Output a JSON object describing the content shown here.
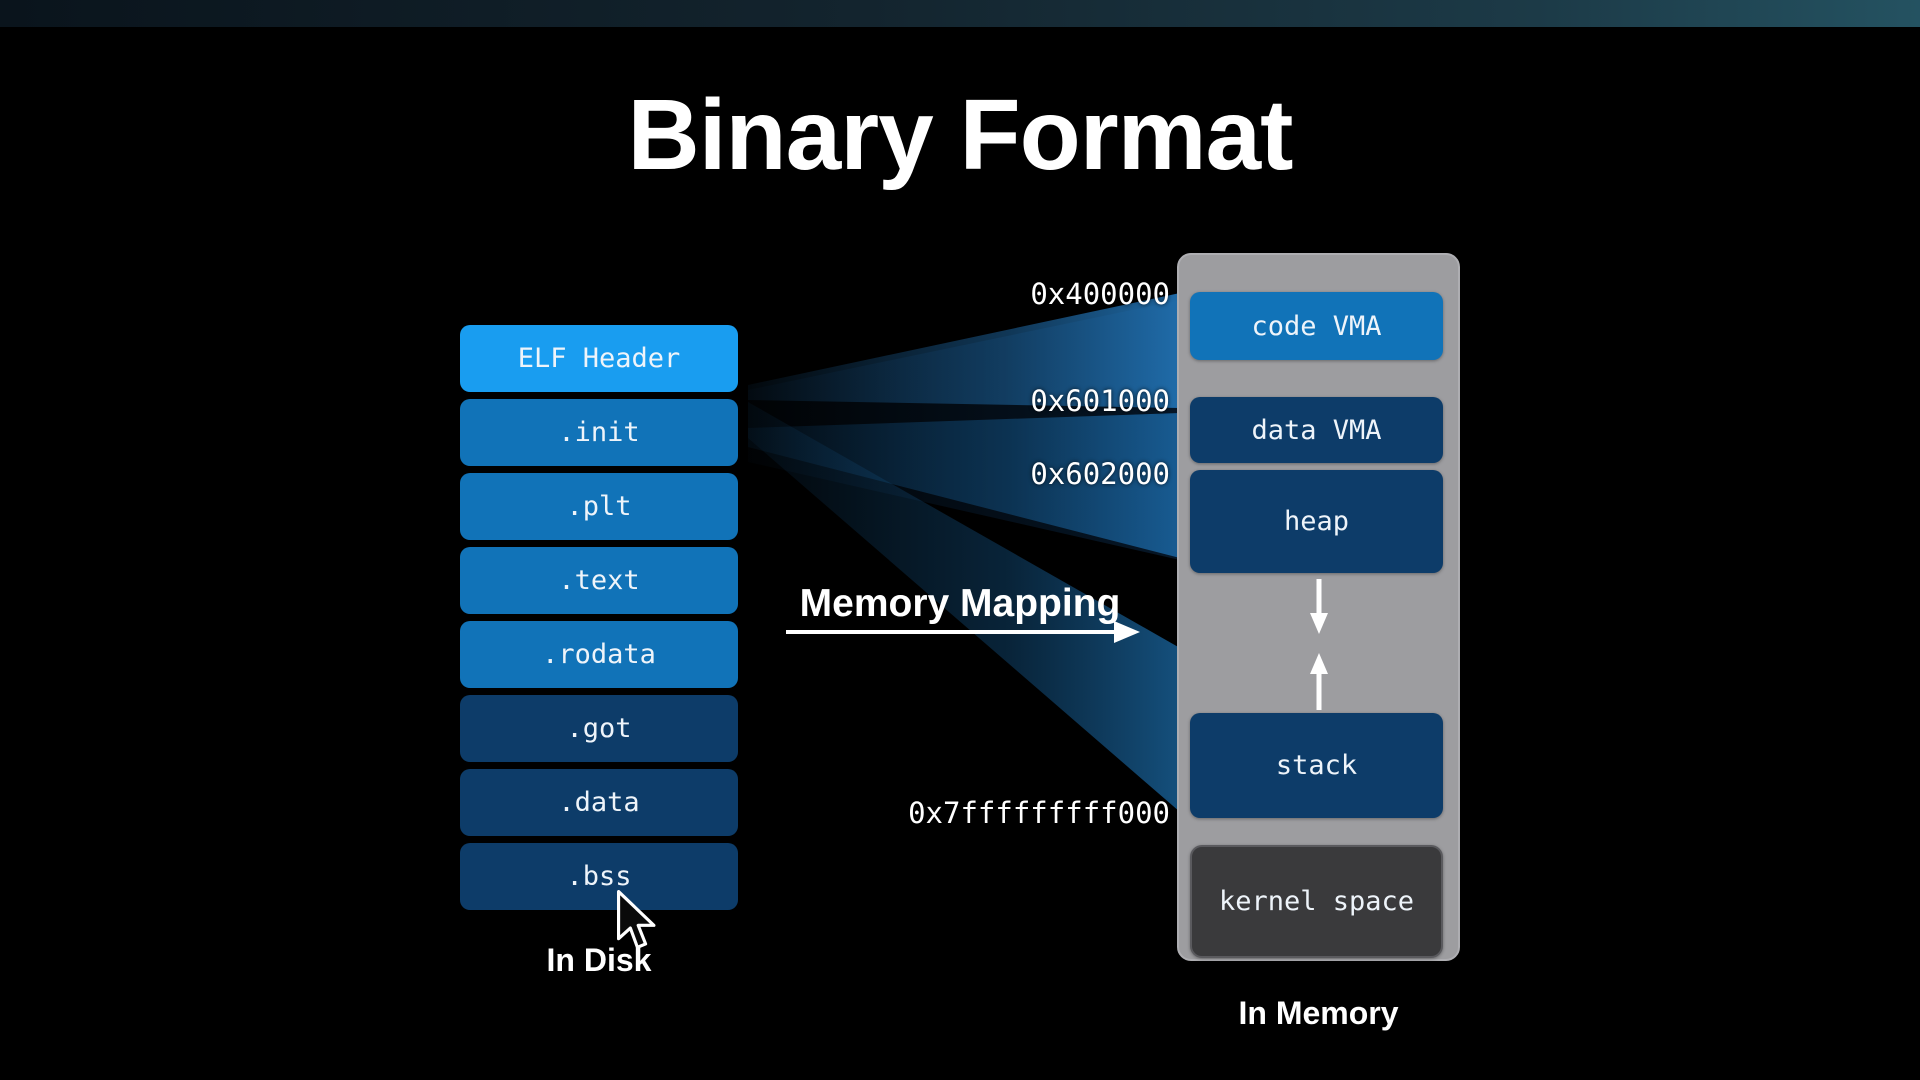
{
  "slide": {
    "title": "Binary Format"
  },
  "disk": {
    "label": "In Disk",
    "sections": [
      {
        "label": "ELF Header"
      },
      {
        "label": ".init"
      },
      {
        "label": ".plt"
      },
      {
        "label": ".text"
      },
      {
        "label": ".rodata"
      },
      {
        "label": ".got"
      },
      {
        "label": ".data"
      },
      {
        "label": ".bss"
      }
    ]
  },
  "mapping": {
    "label": "Memory Mapping"
  },
  "memory": {
    "label": "In Memory",
    "regions": [
      {
        "label": "code VMA"
      },
      {
        "label": "data VMA"
      },
      {
        "label": "heap"
      },
      {
        "label": "stack"
      },
      {
        "label": "kernel space"
      }
    ],
    "addresses": [
      "0x400000",
      "0x601000",
      "0x602000",
      "0x7fffffffff000"
    ]
  },
  "colors": {
    "background": "#000000",
    "accent_bright": "#199df0",
    "accent_medium": "#1173b8",
    "accent_navy": "#0d3c69",
    "memory_panel_grey": "#9d9da0",
    "kernel_grey": "#3a3a3c",
    "beam_blue": "#1d639c",
    "text": "#ffffff"
  }
}
